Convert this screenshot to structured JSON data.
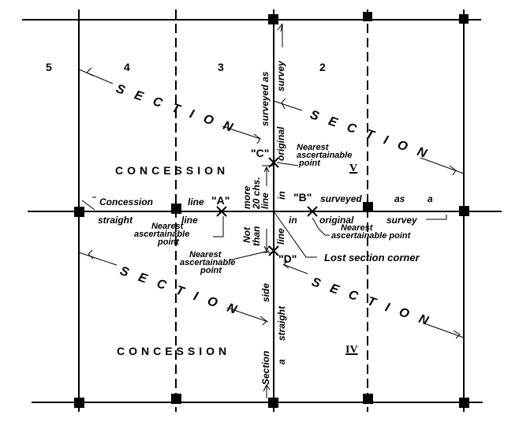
{
  "section_numbers": [
    "5",
    "4",
    "3",
    "2"
  ],
  "concession_labels": [
    "CONCESSION",
    "CONCESSION"
  ],
  "section_labels": [
    "SECTION",
    "SECTION",
    "SECTION",
    "SECTION"
  ],
  "roman_numerals": [
    "V",
    "IV"
  ],
  "points": {
    "A": "\"A\"",
    "B": "\"B\"",
    "C": "\"C\"",
    "D": "\"D\""
  },
  "concession_line_text": {
    "upper_left": "Concession",
    "upper_mid": "line",
    "lower_left": "straight",
    "lower_mid": "line",
    "upper_right_1": "surveyed",
    "upper_right_2": "as",
    "upper_right_3": "a",
    "lower_right_1": "in",
    "lower_right_2": "original",
    "lower_right_3": "survey"
  },
  "section_line_text": {
    "top_left": "surveyed   as",
    "top_right": "survey",
    "mid_right": "original",
    "upper_mid_right": "in",
    "lower_mid_right": "line",
    "bottom_left_1": "Section",
    "bottom_left_2": "side",
    "bottom_right_1": "a",
    "bottom_right_2": "straight"
  },
  "distance_note": {
    "line1": "Not",
    "line2": "than",
    "line3": "more",
    "line4": "20 chs.",
    "line5": "line"
  },
  "annotations": {
    "nearest_c": [
      "Nearest",
      "ascertainable",
      "point"
    ],
    "nearest_a": [
      "Nearest",
      "ascertainable",
      "point"
    ],
    "nearest_d": [
      "Nearest",
      "ascertainable",
      "point"
    ],
    "nearest_b": [
      "Nearest",
      "ascertainable point"
    ],
    "lost_corner": "Lost section corner"
  },
  "colors": {
    "line": "#000000",
    "background": "#ffffff"
  }
}
